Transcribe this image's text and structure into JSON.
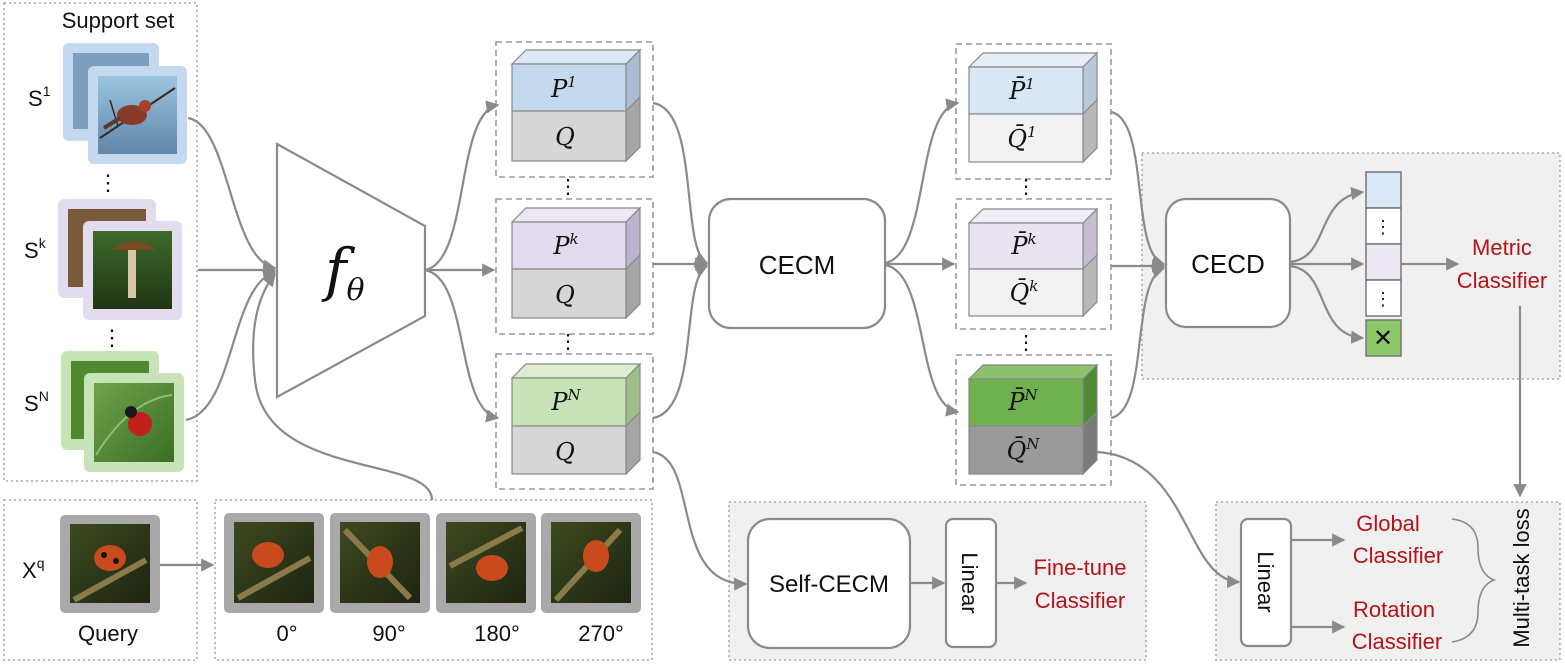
{
  "support": {
    "title": "Support set",
    "s1": "S",
    "s1_sup": "1",
    "sk": "S",
    "sk_sup": "k",
    "sn": "S",
    "sn_sup": "N",
    "dots": "⋮"
  },
  "query": {
    "x": "X",
    "x_sup": "q",
    "label": "Query",
    "angles": [
      "0°",
      "90°",
      "180°",
      "270°"
    ]
  },
  "encoder": {
    "f": "f",
    "sub": "θ"
  },
  "blocks": {
    "p1": "P",
    "p1_sup": "1",
    "pk": "P",
    "pk_sup": "k",
    "pn": "P",
    "pn_sup": "N",
    "q": "Q",
    "pbar1": "P̄",
    "pbar1_sup": "1",
    "qbar1": "Q̄",
    "qbar1_sup": "1",
    "pbark": "P̄",
    "pbark_sup": "k",
    "qbark": "Q̄",
    "qbark_sup": "k",
    "pbarn": "P̄",
    "pbarn_sup": "N",
    "qbarn": "Q̄",
    "qbarn_sup": "N"
  },
  "modules": {
    "cecm": "CECM",
    "cecd": "CECD",
    "self_cecm": "Self-CECM",
    "linear": "Linear"
  },
  "classifiers": {
    "metric_1": "Metric",
    "metric_2": "Classifier",
    "finetune_1": "Fine-tune",
    "finetune_2": "Classifier",
    "global_1": "Global",
    "global_2": "Classifier",
    "rotation_1": "Rotation",
    "rotation_2": "Classifier",
    "loss": "Multi-task loss",
    "cross": "✕"
  },
  "colors": {
    "blue": "#c5d9ee",
    "purple": "#e3dcee",
    "green": "#c9e3b8",
    "dark_green": "#6fb04f",
    "gray": "#d6d6d6",
    "dark_gray": "#9a9a9a",
    "accent_red": "#b5121b"
  }
}
